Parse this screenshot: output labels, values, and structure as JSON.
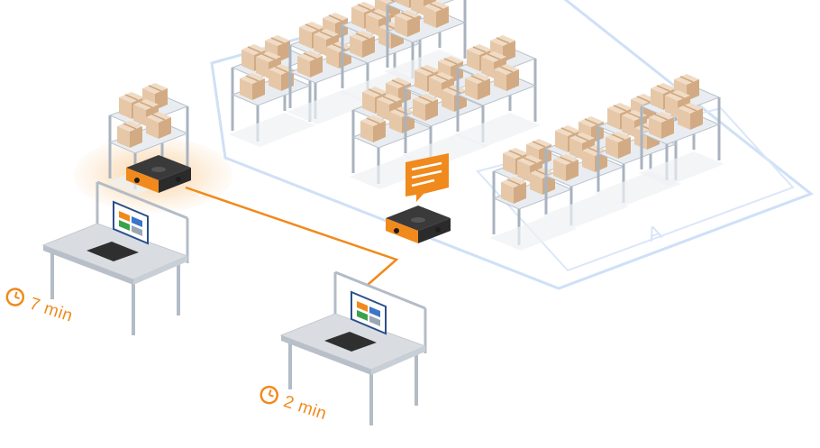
{
  "scene": {
    "zone_letter": "A",
    "stations": [
      {
        "timer_text": "7 min"
      },
      {
        "timer_text": "2 min"
      }
    ]
  },
  "colors": {
    "accent_orange": "#f08a1c",
    "floor_outline": "#cfe0f7",
    "box_face": "#e6c8a8",
    "box_side": "#d2ab84",
    "box_top": "#f0dcc6",
    "shelf_frame": "#a9b3bf",
    "robot_body": "#2b2b2b",
    "table_top": "#d9dde2",
    "screen_blue": "#3b74c9",
    "screen_green": "#3aa34a"
  },
  "icons": [
    "clock-icon",
    "message-icon",
    "keyboard-icon",
    "monitor-icon"
  ]
}
